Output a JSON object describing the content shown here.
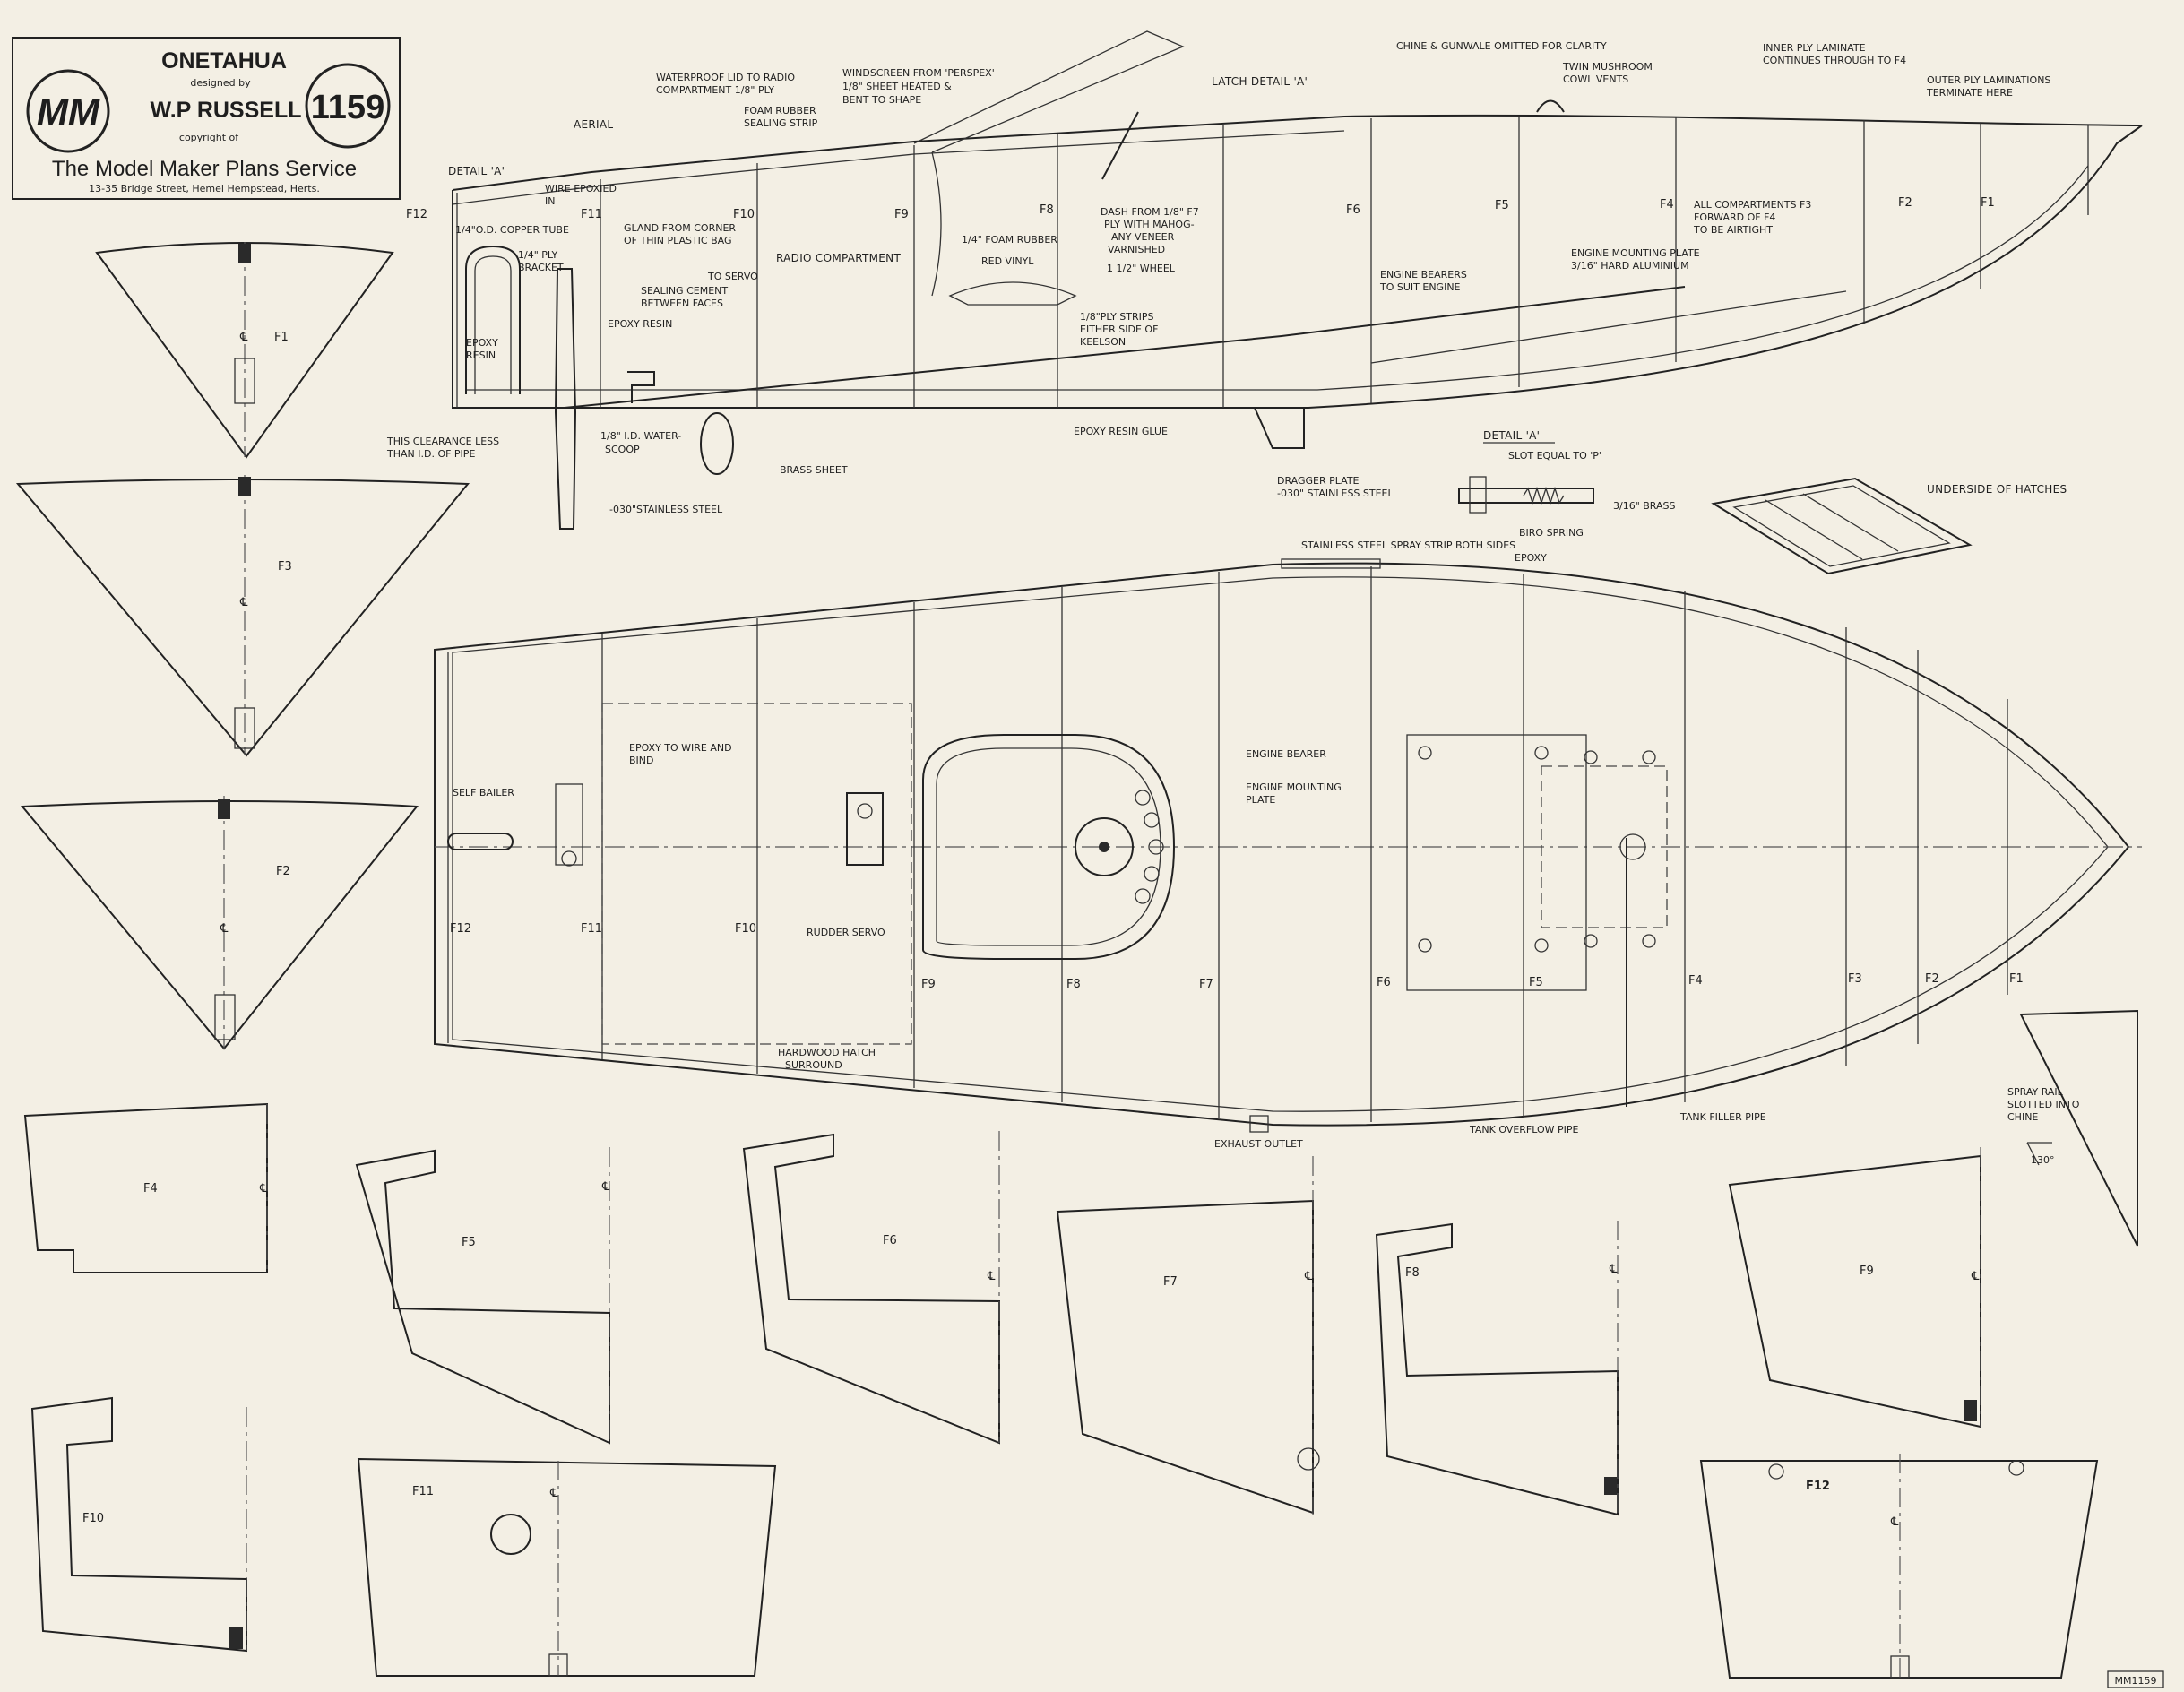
{
  "title_block": {
    "model_name": "ONETAHUA",
    "designed_by": "designed  by",
    "designer": "W.P RUSSELL",
    "copyright": "copyright   of",
    "logo_text": "MM",
    "plan_number": "1159",
    "service": "The Model Maker Plans Service",
    "address": "13-35  Bridge  Street,  Hemel  Hempstead,  Herts."
  },
  "side_view_labels": {
    "detail_a": "DETAIL 'A'",
    "f12": "F12",
    "copper_tube": "1/4\"O.D. COPPER TUBE",
    "aerial": "AERIAL",
    "wire_epoxied_1": "WIRE EPOXIED",
    "wire_epoxied_2": "IN",
    "waterproof_lid_1": "WATERPROOF LID TO RADIO",
    "waterproof_lid_2": "COMPARTMENT  1/8\" PLY",
    "foam_rubber_1": "FOAM RUBBER",
    "foam_rubber_2": "SEALING STRIP",
    "windscreen_1": "WINDSCREEN  FROM  'PERSPEX'",
    "windscreen_2": "1/8\" SHEET HEATED  &",
    "windscreen_3": "BENT  TO  SHAPE",
    "latch_detail": "LATCH  DETAIL  'A'",
    "chine_omitted": "CHINE  &  GUNWALE  OMITTED  FOR  CLARITY",
    "mushroom_1": "TWIN  MUSHROOM",
    "mushroom_2": "COWL  VENTS",
    "inner_ply_1": "INNER  PLY  LAMINATE",
    "inner_ply_2": "CONTINUES  THROUGH  TO  F4",
    "outer_ply_1": "OUTER  PLY  LAMINATIONS",
    "outer_ply_2": "TERMINATE  HERE",
    "ply_bracket_1": "1/4\" PLY",
    "ply_bracket_2": "BRACKET",
    "f11": "F11",
    "gland_1": "GLAND  FROM  CORNER",
    "gland_2": "OF  THIN  PLASTIC  BAG",
    "to_servo": "TO SERVO",
    "sealing_1": "SEALING  CEMENT",
    "sealing_2": "BETWEEN  FACES",
    "f10": "F10",
    "radio_compartment": "RADIO    COMPARTMENT",
    "f9": "F9",
    "foam_quarter": "1/4\" FOAM  RUBBER",
    "red_vinyl": "RED  VINYL",
    "f8": "F8",
    "dash_1": "DASH  FROM  1/8\"  F7",
    "dash_2": "PLY  WITH  MAHOG-",
    "dash_3": "ANY  VENEER",
    "dash_4": "VARNISHED",
    "wheel": "1 1/2\"  WHEEL",
    "f6": "F6",
    "f5": "F5",
    "f4": "F4",
    "compartments_1": "ALL  COMPARTMENTS   F3",
    "compartments_2": "FORWARD  OF  F4",
    "compartments_3": "TO BE  AIRTIGHT",
    "f2": "F2",
    "f1": "F1",
    "epoxy_resin": "EPOXY  RESIN",
    "epoxy_resin_l1": "EPOXY",
    "epoxy_resin_l2": "RESIN",
    "engine_bearers_1": "ENGINE  BEARERS",
    "engine_bearers_2": "TO  SUIT  ENGINE",
    "mounting_plate_1": "ENGINE  MOUNTING  PLATE",
    "mounting_plate_2": "3/16\"  HARD  ALUMINIUM",
    "ply_strips_1": "1/8\"PLY  STRIPS",
    "ply_strips_2": "EITHER  SIDE  OF",
    "ply_strips_3": "KEELSON",
    "clearance_1": "THIS  CLEARANCE  LESS",
    "clearance_2": "THAN  I.D.  OF  PIPE",
    "water_scoop_1": "1/8\"  I.D. WATER-",
    "water_scoop_2": "SCOOP",
    "epoxy_glue": "EPOXY  RESIN  GLUE",
    "brass_sheet": "BRASS  SHEET",
    "stainless": "-030\"STAINLESS  STEEL",
    "dragger_1": "DRAGGER  PLATE",
    "dragger_2": "-030\"  STAINLESS  STEEL"
  },
  "detail_a": {
    "title": "DETAIL  'A'",
    "slot": "SLOT  EQUAL  TO  'P'",
    "brass": "3/16\"  BRASS",
    "spring": "BIRO  SPRING"
  },
  "hatch_label": "UNDERSIDE  OF  HATCHES",
  "plan_view_labels": {
    "spray_strip": "STAINLESS  STEEL  SPRAY  STRIP  BOTH  SIDES",
    "epoxy": "EPOXY",
    "self_bailer": "SELF  BAILER",
    "epoxy_wire_1": "EPOXY  TO  WIRE  AND",
    "epoxy_wire_2": "BIND",
    "rudder_servo": "RUDDER  SERVO",
    "hatch_surround_1": "HARDWOOD  HATCH",
    "hatch_surround_2": "SURROUND",
    "engine_bearer": "ENGINE  BEARER",
    "engine_plate_1": "ENGINE  MOUNTING",
    "engine_plate_2": "PLATE",
    "exhaust": "EXHAUST  OUTLET",
    "overflow": "TANK  OVERFLOW  PIPE",
    "filler": "TANK  FILLER  PIPE",
    "f12": "F12",
    "f11": "F11",
    "f10": "F10",
    "f9": "F9",
    "f8": "F8",
    "f7": "F7",
    "f6": "F6",
    "f5": "F5",
    "f4": "F4",
    "f3": "F3",
    "f2": "F2",
    "f1": "F1"
  },
  "spray_rail": {
    "line1": "SPRAY  RAIL",
    "line2": "SLOTTED  INTO",
    "line3": "CHINE",
    "angle": "130°"
  },
  "formers": {
    "f1": "F1",
    "f3": "F3",
    "f2": "F2",
    "f4": "F4",
    "f5": "F5",
    "f6": "F6",
    "f7": "F7",
    "f8": "F8",
    "f9": "F9",
    "f10": "F10",
    "f11": "F11",
    "f12": "F12",
    "centerline": "℄"
  },
  "plan_ref": "MM1159"
}
